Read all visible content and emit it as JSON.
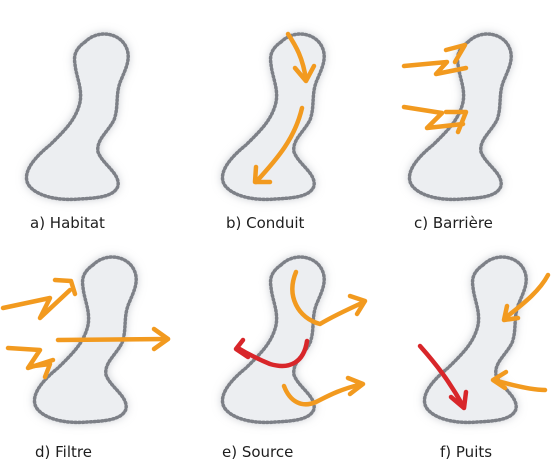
{
  "figure": {
    "panels": [
      {
        "id": "a",
        "label": "a) Habitat"
      },
      {
        "id": "b",
        "label": "b) Conduit"
      },
      {
        "id": "c",
        "label": "c) Barrière"
      },
      {
        "id": "d",
        "label": "d) Filtre"
      },
      {
        "id": "e",
        "label": "e) Source"
      },
      {
        "id": "f",
        "label": "f) Puits"
      }
    ]
  },
  "colors": {
    "arrow_orange": "#f29a1f",
    "arrow_red": "#d8262a",
    "patch_fill": "#eceef1",
    "patch_border": "#8a8d93"
  }
}
